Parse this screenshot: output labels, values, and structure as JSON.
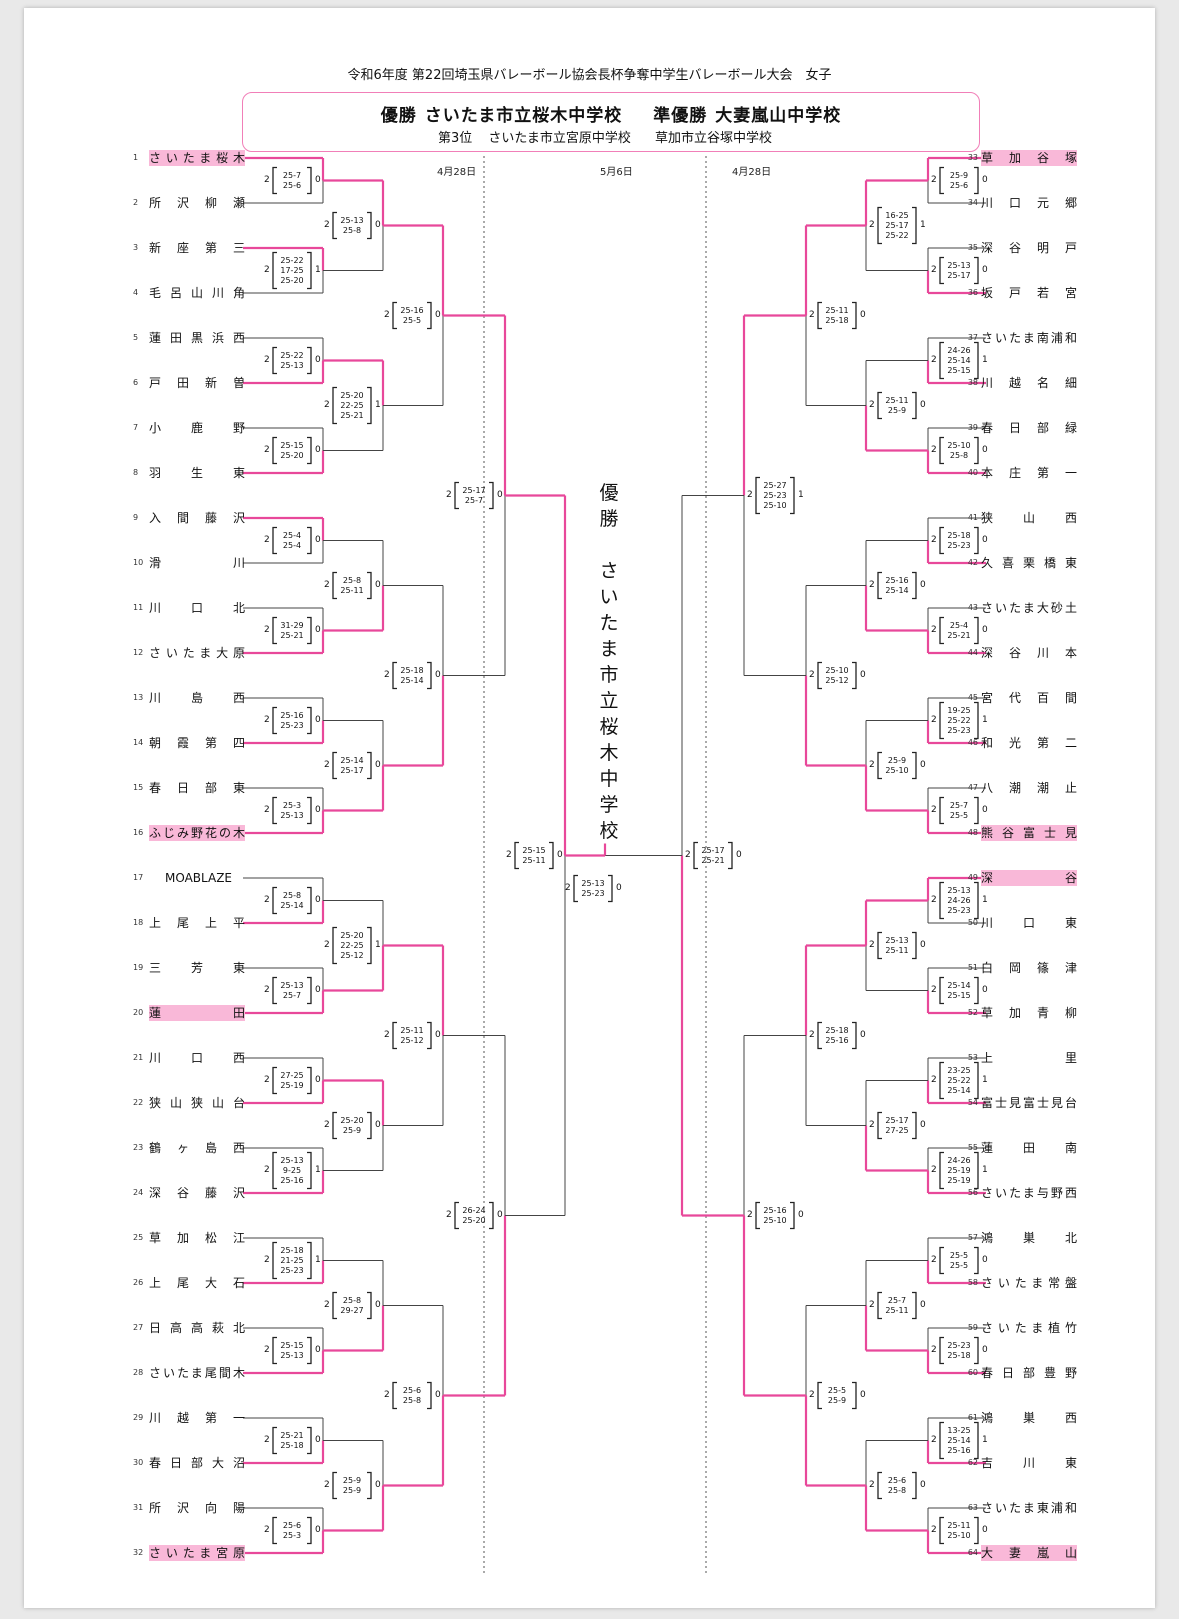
{
  "title": "令和6年度 第22回埼玉県バレーボール協会長杯争奪中学生バレーボール大会　女子",
  "results": {
    "champion_label": "優勝",
    "champion": "さいたま市立桜木中学校",
    "runner_up_label": "準優勝",
    "runner_up": "大妻嵐山中学校",
    "third_label": "第3位",
    "third_a": "さいたま市立宮原中学校",
    "third_b": "草加市立谷塚中学校"
  },
  "dates": {
    "left": "4月28日",
    "center": "5月6日",
    "right": "4月28日"
  },
  "champion_vertical": "優勝　さいたま市立桜木中学校",
  "colors": {
    "bracket_win": "#e8489a",
    "bracket_line": "#444444",
    "highlight": "#f9b8d8",
    "box_border": "#f17fb8"
  },
  "teams_left": [
    {
      "num": "1",
      "name": "さいたま桜木",
      "hl": true
    },
    {
      "num": "2",
      "name": "所沢柳瀬"
    },
    {
      "num": "3",
      "name": "新座第三"
    },
    {
      "num": "4",
      "name": "毛呂山川角"
    },
    {
      "num": "5",
      "name": "蓮田黒浜西"
    },
    {
      "num": "6",
      "name": "戸田新曽"
    },
    {
      "num": "7",
      "name": "小鹿野"
    },
    {
      "num": "8",
      "name": "羽生東"
    },
    {
      "num": "9",
      "name": "入間藤沢"
    },
    {
      "num": "10",
      "name": "滑川"
    },
    {
      "num": "11",
      "name": "川口北"
    },
    {
      "num": "12",
      "name": "さいたま大原"
    },
    {
      "num": "13",
      "name": "川島西"
    },
    {
      "num": "14",
      "name": "朝霞第四"
    },
    {
      "num": "15",
      "name": "春日部東"
    },
    {
      "num": "16",
      "name": "ふじみ野花の木",
      "hl": true
    },
    {
      "num": "17",
      "name": "MOABLAZE",
      "plain": true
    },
    {
      "num": "18",
      "name": "上尾上平"
    },
    {
      "num": "19",
      "name": "三芳東"
    },
    {
      "num": "20",
      "name": "蓮田",
      "hl": true
    },
    {
      "num": "21",
      "name": "川口西"
    },
    {
      "num": "22",
      "name": "狭山狭山台"
    },
    {
      "num": "23",
      "name": "鶴ヶ島西"
    },
    {
      "num": "24",
      "name": "深谷藤沢"
    },
    {
      "num": "25",
      "name": "草加松江"
    },
    {
      "num": "26",
      "name": "上尾大石"
    },
    {
      "num": "27",
      "name": "日高高萩北"
    },
    {
      "num": "28",
      "name": "さいたま尾間木"
    },
    {
      "num": "29",
      "name": "川越第一"
    },
    {
      "num": "30",
      "name": "春日部大沼"
    },
    {
      "num": "31",
      "name": "所沢向陽"
    },
    {
      "num": "32",
      "name": "さいたま宮原",
      "hl": true
    }
  ],
  "teams_right": [
    {
      "num": "33",
      "name": "草加谷塚",
      "hl": true
    },
    {
      "num": "34",
      "name": "川口元郷"
    },
    {
      "num": "35",
      "name": "深谷明戸"
    },
    {
      "num": "36",
      "name": "坂戸若宮"
    },
    {
      "num": "37",
      "name": "さいたま南浦和"
    },
    {
      "num": "38",
      "name": "川越名細"
    },
    {
      "num": "39",
      "name": "春日部緑"
    },
    {
      "num": "40",
      "name": "本庄第一"
    },
    {
      "num": "41",
      "name": "狭山西"
    },
    {
      "num": "42",
      "name": "久喜栗橋東"
    },
    {
      "num": "43",
      "name": "さいたま大砂土"
    },
    {
      "num": "44",
      "name": "深谷川本"
    },
    {
      "num": "45",
      "name": "宮代百間"
    },
    {
      "num": "46",
      "name": "和光第二"
    },
    {
      "num": "47",
      "name": "八潮潮止"
    },
    {
      "num": "48",
      "name": "熊谷富士見",
      "hl": true
    },
    {
      "num": "49",
      "name": "深谷",
      "hl": true
    },
    {
      "num": "50",
      "name": "川口東"
    },
    {
      "num": "51",
      "name": "白岡篠津"
    },
    {
      "num": "52",
      "name": "草加青柳"
    },
    {
      "num": "53",
      "name": "上里"
    },
    {
      "num": "54",
      "name": "富士見富士見台"
    },
    {
      "num": "55",
      "name": "蓮田南"
    },
    {
      "num": "56",
      "name": "さいたま与野西"
    },
    {
      "num": "57",
      "name": "鴻巣北"
    },
    {
      "num": "58",
      "name": "さいたま常盤"
    },
    {
      "num": "59",
      "name": "さいたま植竹"
    },
    {
      "num": "60",
      "name": "春日部豊野"
    },
    {
      "num": "61",
      "name": "鴻巣西"
    },
    {
      "num": "62",
      "name": "吉川東"
    },
    {
      "num": "63",
      "name": "さいたま東浦和"
    },
    {
      "num": "64",
      "name": "大妻嵐山",
      "hl": true
    }
  ],
  "matches_left": [
    [
      {
        "s": [
          "25-7",
          "25-6"
        ],
        "w": "2",
        "l": "0",
        "winner": 0
      },
      {
        "s": [
          "25-22",
          "17-25",
          "25-20"
        ],
        "w": "2",
        "l": "1",
        "winner": 0
      },
      {
        "s": [
          "25-22",
          "25-13"
        ],
        "w": "2",
        "l": "0",
        "winner": 1
      },
      {
        "s": [
          "25-15",
          "25-20"
        ],
        "w": "2",
        "l": "0",
        "winner": 1
      },
      {
        "s": [
          "25-4",
          "25-4"
        ],
        "w": "2",
        "l": "0",
        "winner": 0
      },
      {
        "s": [
          "31-29",
          "25-21"
        ],
        "w": "2",
        "l": "0",
        "winner": 1
      },
      {
        "s": [
          "25-16",
          "25-23"
        ],
        "w": "2",
        "l": "0",
        "winner": 1
      },
      {
        "s": [
          "25-3",
          "25-13"
        ],
        "w": "2",
        "l": "0",
        "winner": 1
      },
      {
        "s": [
          "25-8",
          "25-14"
        ],
        "w": "2",
        "l": "0",
        "winner": 1
      },
      {
        "s": [
          "25-13",
          "25-7"
        ],
        "w": "2",
        "l": "0",
        "winner": 1
      },
      {
        "s": [
          "27-25",
          "25-19"
        ],
        "w": "2",
        "l": "0",
        "winner": 1
      },
      {
        "s": [
          "25-13",
          "9-25",
          "25-16"
        ],
        "w": "2",
        "l": "1",
        "winner": 1
      },
      {
        "s": [
          "25-18",
          "21-25",
          "25-23"
        ],
        "w": "2",
        "l": "1",
        "winner": 1
      },
      {
        "s": [
          "25-15",
          "25-13"
        ],
        "w": "2",
        "l": "0",
        "winner": 1
      },
      {
        "s": [
          "25-21",
          "25-18"
        ],
        "w": "2",
        "l": "0",
        "winner": 1
      },
      {
        "s": [
          "25-6",
          "25-3"
        ],
        "w": "2",
        "l": "0",
        "winner": 1
      }
    ],
    [
      {
        "s": [
          "25-13",
          "25-8"
        ],
        "w": "2",
        "l": "0",
        "winner": 0
      },
      {
        "s": [
          "25-20",
          "22-25",
          "25-21"
        ],
        "w": "2",
        "l": "1",
        "winner": 0
      },
      {
        "s": [
          "25-8",
          "25-11"
        ],
        "w": "2",
        "l": "0",
        "winner": 1
      },
      {
        "s": [
          "25-14",
          "25-17"
        ],
        "w": "2",
        "l": "0",
        "winner": 1
      },
      {
        "s": [
          "25-20",
          "22-25",
          "25-12"
        ],
        "w": "2",
        "l": "1",
        "winner": 1
      },
      {
        "s": [
          "25-20",
          "25-9"
        ],
        "w": "2",
        "l": "0",
        "winner": 0
      },
      {
        "s": [
          "25-8",
          "29-27"
        ],
        "w": "2",
        "l": "0",
        "winner": 1
      },
      {
        "s": [
          "25-9",
          "25-9"
        ],
        "w": "2",
        "l": "0",
        "winner": 1
      }
    ],
    [
      {
        "s": [
          "25-16",
          "25-5"
        ],
        "w": "2",
        "l": "0",
        "winner": 0
      },
      {
        "s": [
          "25-18",
          "25-14"
        ],
        "w": "2",
        "l": "0",
        "winner": 1
      },
      {
        "s": [
          "25-11",
          "25-12"
        ],
        "w": "2",
        "l": "0",
        "winner": 0
      },
      {
        "s": [
          "25-6",
          "25-8"
        ],
        "w": "2",
        "l": "0",
        "winner": 1
      }
    ],
    [
      {
        "s": [
          "25-17",
          "25-7"
        ],
        "w": "2",
        "l": "0",
        "winner": 0
      },
      {
        "s": [
          "26-24",
          "25-20"
        ],
        "w": "2",
        "l": "0",
        "winner": 1
      }
    ],
    [
      {
        "s": [
          "25-15",
          "25-11"
        ],
        "w": "2",
        "l": "0",
        "winner": 0
      }
    ]
  ],
  "matches_right": [
    [
      {
        "s": [
          "25-9",
          "25-6"
        ],
        "w": "2",
        "l": "0",
        "winner": 0
      },
      {
        "s": [
          "25-13",
          "25-17"
        ],
        "w": "2",
        "l": "0",
        "winner": 1
      },
      {
        "s": [
          "24-26",
          "25-14",
          "25-15"
        ],
        "w": "2",
        "l": "1",
        "winner": 1
      },
      {
        "s": [
          "25-10",
          "25-8"
        ],
        "w": "2",
        "l": "0",
        "winner": 1
      },
      {
        "s": [
          "25-18",
          "25-23"
        ],
        "w": "2",
        "l": "0",
        "winner": 1
      },
      {
        "s": [
          "25-4",
          "25-21"
        ],
        "w": "2",
        "l": "0",
        "winner": 1
      },
      {
        "s": [
          "19-25",
          "25-22",
          "25-23"
        ],
        "w": "2",
        "l": "1",
        "winner": 1
      },
      {
        "s": [
          "25-7",
          "25-5"
        ],
        "w": "2",
        "l": "0",
        "winner": 1
      },
      {
        "s": [
          "25-13",
          "24-26",
          "25-23"
        ],
        "w": "2",
        "l": "1",
        "winner": 0
      },
      {
        "s": [
          "25-14",
          "25-15"
        ],
        "w": "2",
        "l": "0",
        "winner": 1
      },
      {
        "s": [
          "23-25",
          "25-22",
          "25-14"
        ],
        "w": "2",
        "l": "1",
        "winner": 1
      },
      {
        "s": [
          "24-26",
          "25-19",
          "25-19"
        ],
        "w": "2",
        "l": "1",
        "winner": 1
      },
      {
        "s": [
          "25-5",
          "25-5"
        ],
        "w": "2",
        "l": "0",
        "winner": 1
      },
      {
        "s": [
          "25-23",
          "25-18"
        ],
        "w": "2",
        "l": "0",
        "winner": 1
      },
      {
        "s": [
          "13-25",
          "25-14",
          "25-16"
        ],
        "w": "2",
        "l": "1",
        "winner": 1
      },
      {
        "s": [
          "25-11",
          "25-10"
        ],
        "w": "2",
        "l": "0",
        "winner": 1
      }
    ],
    [
      {
        "s": [
          "16-25",
          "25-17",
          "25-22"
        ],
        "w": "2",
        "l": "1",
        "winner": 0
      },
      {
        "s": [
          "25-11",
          "25-9"
        ],
        "w": "2",
        "l": "0",
        "winner": 1
      },
      {
        "s": [
          "25-16",
          "25-14"
        ],
        "w": "2",
        "l": "0",
        "winner": 1
      },
      {
        "s": [
          "25-9",
          "25-10"
        ],
        "w": "2",
        "l": "0",
        "winner": 1
      },
      {
        "s": [
          "25-13",
          "25-11"
        ],
        "w": "2",
        "l": "0",
        "winner": 0
      },
      {
        "s": [
          "25-17",
          "27-25"
        ],
        "w": "2",
        "l": "0",
        "winner": 1
      },
      {
        "s": [
          "25-7",
          "25-11"
        ],
        "w": "2",
        "l": "0",
        "winner": 1
      },
      {
        "s": [
          "25-6",
          "25-8"
        ],
        "w": "2",
        "l": "0",
        "winner": 1
      }
    ],
    [
      {
        "s": [
          "25-11",
          "25-18"
        ],
        "w": "2",
        "l": "0",
        "winner": 0
      },
      {
        "s": [
          "25-10",
          "25-12"
        ],
        "w": "2",
        "l": "0",
        "winner": 1
      },
      {
        "s": [
          "25-18",
          "25-16"
        ],
        "w": "2",
        "l": "0",
        "winner": 0
      },
      {
        "s": [
          "25-5",
          "25-9"
        ],
        "w": "2",
        "l": "0",
        "winner": 1
      }
    ],
    [
      {
        "s": [
          "25-27",
          "25-23",
          "25-10"
        ],
        "w": "2",
        "l": "1",
        "winner": 0
      },
      {
        "s": [
          "25-16",
          "25-10"
        ],
        "w": "2",
        "l": "0",
        "winner": 1
      }
    ],
    [
      {
        "s": [
          "25-17",
          "25-21"
        ],
        "w": "2",
        "l": "0",
        "winner": 1
      }
    ]
  ],
  "final": {
    "s": [
      "25-13",
      "25-23"
    ],
    "w": "2",
    "l": "0"
  }
}
